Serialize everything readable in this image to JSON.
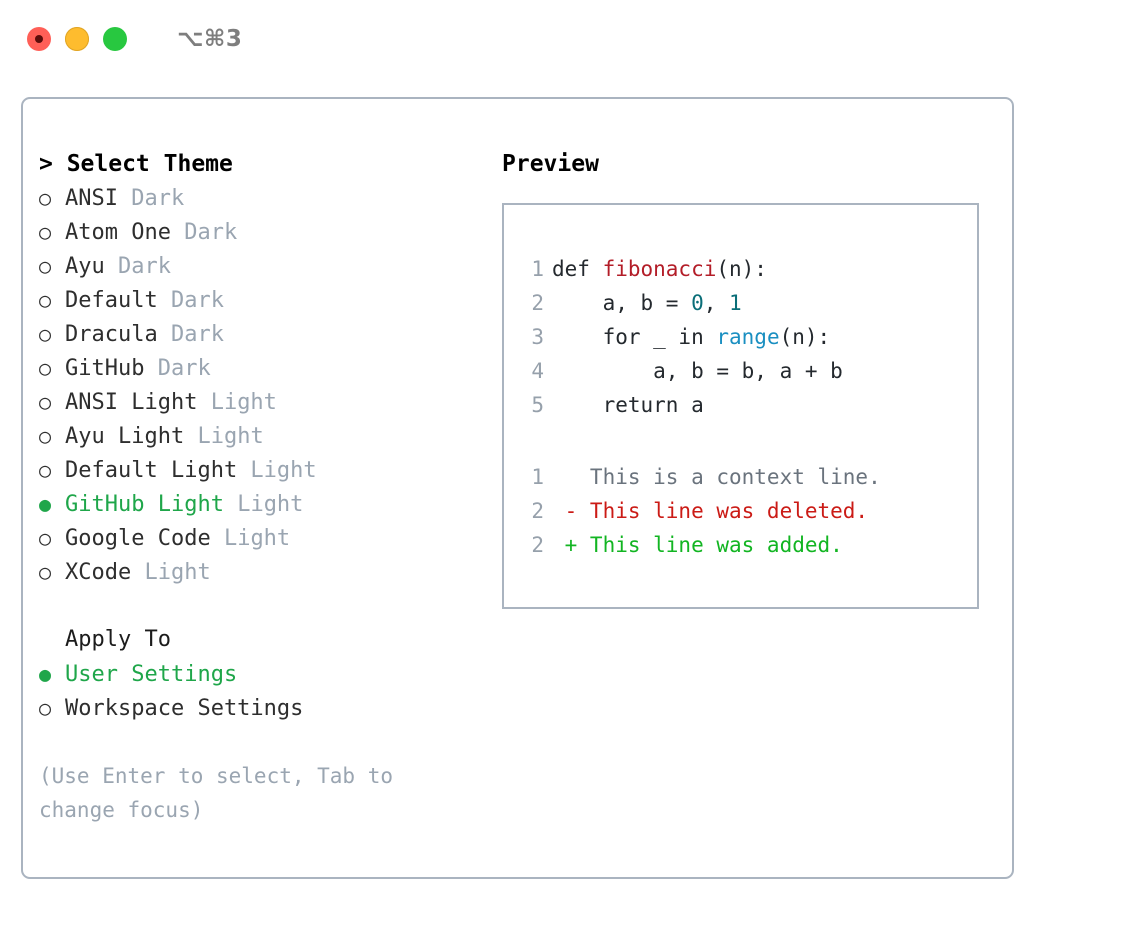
{
  "titlebar": {
    "buttons": [
      {
        "name": "close",
        "color": "#ff5f57"
      },
      {
        "name": "minimize",
        "color": "#febc2e"
      },
      {
        "name": "zoom",
        "color": "#28c840"
      }
    ],
    "shortcut": "⌥⌘3"
  },
  "left": {
    "title": "> Select Theme",
    "themes": [
      {
        "marker": "○",
        "name": "ANSI",
        "variant": "Dark",
        "selected": false
      },
      {
        "marker": "○",
        "name": "Atom One",
        "variant": "Dark",
        "selected": false
      },
      {
        "marker": "○",
        "name": "Ayu",
        "variant": "Dark",
        "selected": false
      },
      {
        "marker": "○",
        "name": "Default",
        "variant": "Dark",
        "selected": false
      },
      {
        "marker": "○",
        "name": "Dracula",
        "variant": "Dark",
        "selected": false
      },
      {
        "marker": "○",
        "name": "GitHub",
        "variant": "Dark",
        "selected": false
      },
      {
        "marker": "○",
        "name": "ANSI Light",
        "variant": "Light",
        "selected": false
      },
      {
        "marker": "○",
        "name": "Ayu Light",
        "variant": "Light",
        "selected": false
      },
      {
        "marker": "○",
        "name": "Default Light",
        "variant": "Light",
        "selected": false
      },
      {
        "marker": "●",
        "name": "GitHub Light",
        "variant": "Light",
        "selected": true
      },
      {
        "marker": "○",
        "name": "Google Code",
        "variant": "Light",
        "selected": false
      },
      {
        "marker": "○",
        "name": "XCode",
        "variant": "Light",
        "selected": false
      }
    ],
    "apply_to_label": "Apply To",
    "apply_to": [
      {
        "marker": "●",
        "name": "User Settings",
        "selected": true
      },
      {
        "marker": "○",
        "name": "Workspace Settings",
        "selected": false
      }
    ],
    "hint": "(Use Enter to select, Tab to change focus)"
  },
  "right": {
    "title": "Preview",
    "code_lines": [
      {
        "no": "1",
        "tokens": [
          {
            "t": "def ",
            "c": "tok-plain"
          },
          {
            "t": "fibonacci",
            "c": "tok-func"
          },
          {
            "t": "(n):",
            "c": "tok-plain"
          }
        ]
      },
      {
        "no": "2",
        "tokens": [
          {
            "t": "    a, b = ",
            "c": "tok-plain"
          },
          {
            "t": "0",
            "c": "tok-num"
          },
          {
            "t": ", ",
            "c": "tok-plain"
          },
          {
            "t": "1",
            "c": "tok-num"
          }
        ]
      },
      {
        "no": "3",
        "tokens": [
          {
            "t": "    for _ in ",
            "c": "tok-plain"
          },
          {
            "t": "range",
            "c": "tok-builtin"
          },
          {
            "t": "(n):",
            "c": "tok-plain"
          }
        ]
      },
      {
        "no": "4",
        "tokens": [
          {
            "t": "        a, b = b, a + b",
            "c": "tok-plain"
          }
        ]
      },
      {
        "no": "5",
        "tokens": [
          {
            "t": "    return a",
            "c": "tok-plain"
          }
        ]
      }
    ],
    "diff_lines": [
      {
        "no": "1",
        "tokens": [
          {
            "t": "   This is a context line.",
            "c": "tok-context"
          }
        ]
      },
      {
        "no": "2",
        "tokens": [
          {
            "t": " - This line was deleted.",
            "c": "tok-del"
          }
        ]
      },
      {
        "no": "2",
        "tokens": [
          {
            "t": " + This line was added.",
            "c": "tok-add"
          }
        ]
      }
    ]
  },
  "colors": {
    "accent_green": "#1fa64a",
    "muted": "#9aa5b1",
    "border": "#aab4c0",
    "code_func_red": "#b31d28",
    "code_number_teal": "#0a6e78",
    "code_builtin_blue": "#1a8fc1",
    "diff_deleted": "#cb1b16",
    "diff_added": "#12b522"
  }
}
